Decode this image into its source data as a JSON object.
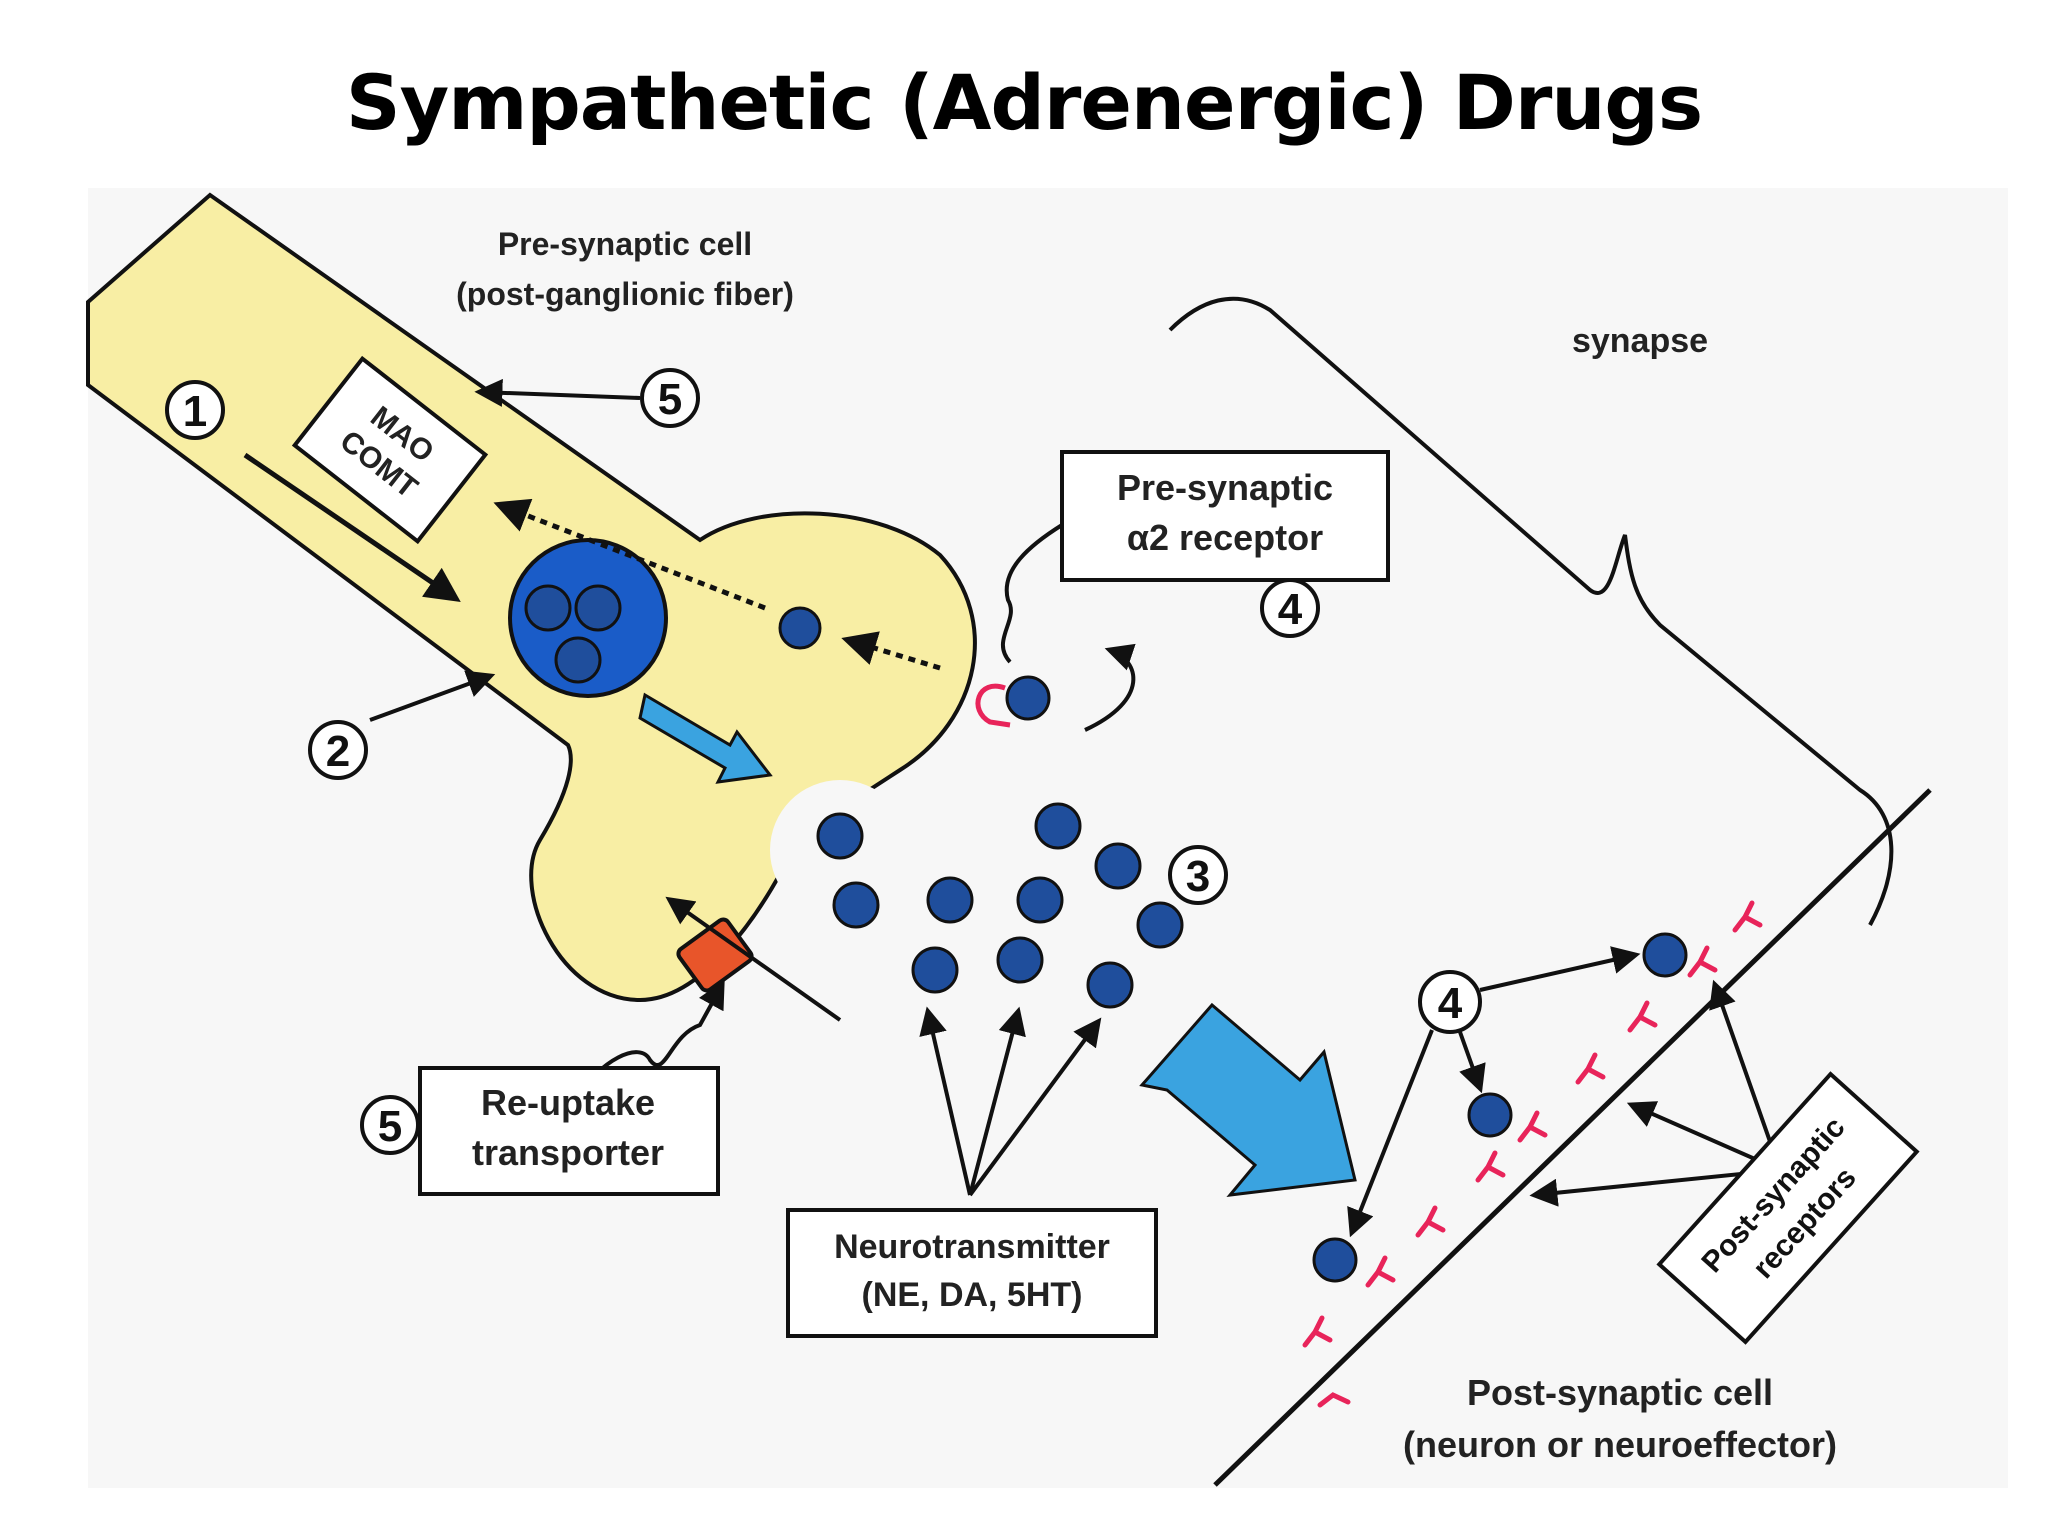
{
  "title": "Sympathetic (Adrenergic) Drugs",
  "labels": {
    "presynaptic_cell_line1": "Pre-synaptic cell",
    "presynaptic_cell_line2": "(post-ganglionic fiber)",
    "synapse": "synapse",
    "mao_line1": "MAO",
    "mao_line2": "COMT",
    "alpha2_line1": "Pre-synaptic",
    "alpha2_line2": "α2 receptor",
    "reuptake_line1": "Re-uptake",
    "reuptake_line2": "transporter",
    "nt_line1": "Neurotransmitter",
    "nt_line2": "(NE, DA, 5HT)",
    "post_receptors_line1": "Post-synaptic",
    "post_receptors_line2": "receptors",
    "postsynaptic_cell_line1": "Post-synaptic cell",
    "postsynaptic_cell_line2": "(neuron or neuroeffector)"
  },
  "markers": {
    "m1": "1",
    "m2": "2",
    "m3": "3",
    "m4_alpha": "4",
    "m4_post": "4",
    "m5_mao": "5",
    "m5_reuptake": "5"
  },
  "colors": {
    "cell_fill": "#f8eea4",
    "vesicle": "#1a5cc8",
    "nt_dot": "#1f4e9c",
    "arrow_blue": "#3aa3e0",
    "transporter": "#e8552a",
    "receptor": "#e8245a"
  }
}
